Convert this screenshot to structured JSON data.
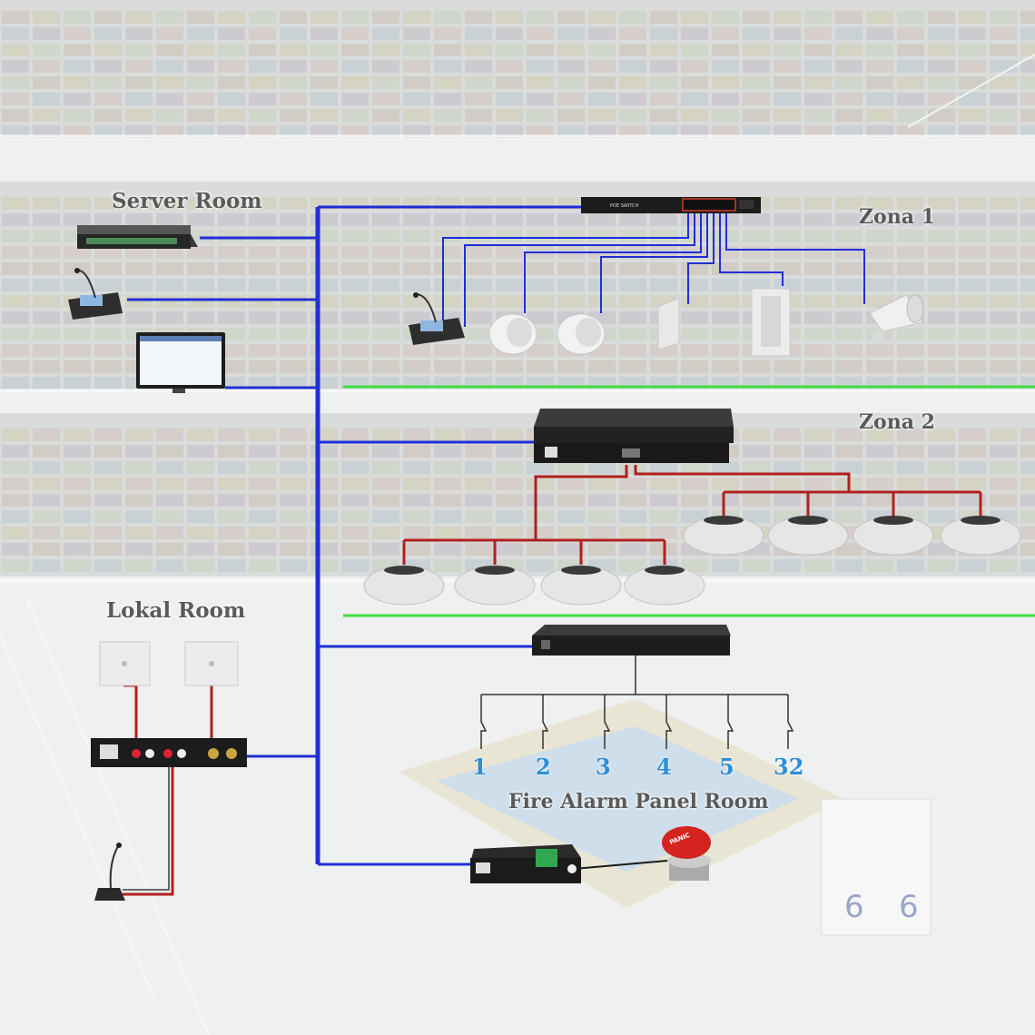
{
  "labels": {
    "server_room": "Server Room",
    "zona1": "Zona 1",
    "zona2": "Zona 2",
    "lokal_room": "Lokal Room",
    "fire_alarm_room": "Fire Alarm Panel Room"
  },
  "switch_label": "POE SWITCH",
  "panic_label": "PANIC",
  "zone_numbers": [
    "1",
    "2",
    "3",
    "4",
    "5",
    "32"
  ],
  "colors": {
    "network_line": "#1f2fd6",
    "speaker_line": "#b0201e",
    "zone_divider": "#3fe03f",
    "zone_number": "#2c8fd8",
    "label": "#5a5a5a"
  },
  "icons": {
    "server_rack": "network-server-icon",
    "paging_mic": "paging-microphone-icon",
    "monitor": "pc-monitor-icon",
    "poe_switch": "poe-switch-icon",
    "ceiling_speaker": "ceiling-speaker-icon",
    "wall_speaker": "wall-speaker-icon",
    "column_speaker": "column-speaker-icon",
    "horn_speaker": "horn-speaker-icon",
    "amplifier": "amplifier-icon",
    "audio_interface": "audio-interface-icon",
    "panic_button": "panic-button-icon"
  }
}
